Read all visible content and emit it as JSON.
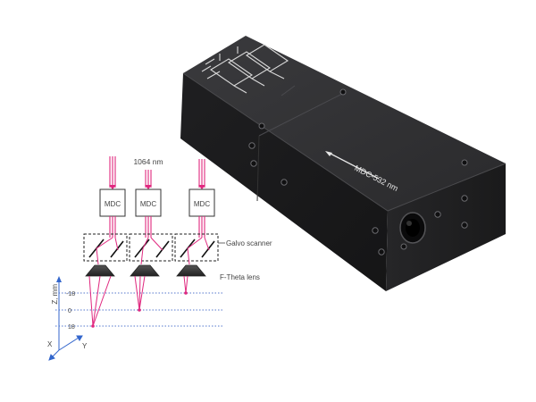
{
  "device": {
    "engraving": "MDC-532 nm"
  },
  "diagram": {
    "wavelength_label": "1064 nm",
    "module_label": "MDC",
    "galvo_label": "Galvo scanner",
    "lens_label": "F-Theta lens",
    "z_axis_label": "Z, mm",
    "z_ticks": [
      "-18",
      "0",
      "18"
    ],
    "x_axis_label": "X",
    "y_axis_label": "Y"
  },
  "colors": {
    "beam": "#e0287f",
    "device_body": "#2a2a2c",
    "dotted_ref": "#5577cc",
    "axis": "#3366cc"
  }
}
